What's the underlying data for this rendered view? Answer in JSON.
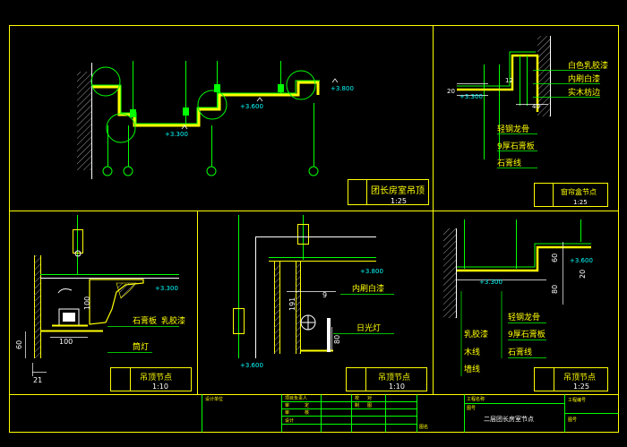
{
  "colors": {
    "frame": "#ffff00",
    "line": "#00ff00",
    "gypsum": "#ffff00",
    "dim": "#ffffff",
    "hatch": "#aaaaaa",
    "cyan": "#00ffff",
    "text_yellow": "#ffff00",
    "text_white": "#ffffff",
    "accent_red": "#ff3333"
  },
  "panels": {
    "p1": {
      "title": "团长房室吊顶",
      "scale": "1:25",
      "levels": [
        "+3.300",
        "+3.600",
        "+3.800"
      ]
    },
    "p2": {
      "title": "窗帘盒节点",
      "scale": "1:25",
      "level": "+3.300",
      "dims": [
        "20",
        "12",
        "40"
      ],
      "labels": [
        "白色乳胶漆",
        "内刷白漆",
        "实木枋边",
        "轻钢龙骨",
        "9厚石膏板",
        "石膏线"
      ]
    },
    "p3": {
      "title": "吊顶节点",
      "scale": "1:10",
      "level": "+3.300",
      "dims": [
        "60",
        "100",
        "100",
        "21"
      ],
      "labels": [
        "石膏板",
        "乳胶漆",
        "筒灯"
      ]
    },
    "p4": {
      "title": "吊顶节点",
      "scale": "1:10",
      "levels": [
        "+3.800",
        "+3.600"
      ],
      "dims": [
        "191",
        "9",
        "80"
      ],
      "labels": [
        "内刷白漆",
        "日光灯"
      ]
    },
    "p5": {
      "title": "吊顶节点",
      "scale": "1:25",
      "levels": [
        "+3.600",
        "+3.300"
      ],
      "dims": [
        "60",
        "20",
        "80"
      ],
      "labels": [
        "轻钢龙骨",
        "乳胶漆",
        "9厚石膏板",
        "木线",
        "石膏线",
        "墙线"
      ]
    }
  },
  "title_block": {
    "cells": [
      "设计单位",
      "项目负责人",
      "审",
      "定",
      "审",
      "核",
      "设计",
      "校",
      "对",
      "制",
      "图",
      "图名",
      "工程名称",
      "图号",
      "二层团长房室节点",
      "工程编号",
      "图号"
    ]
  }
}
